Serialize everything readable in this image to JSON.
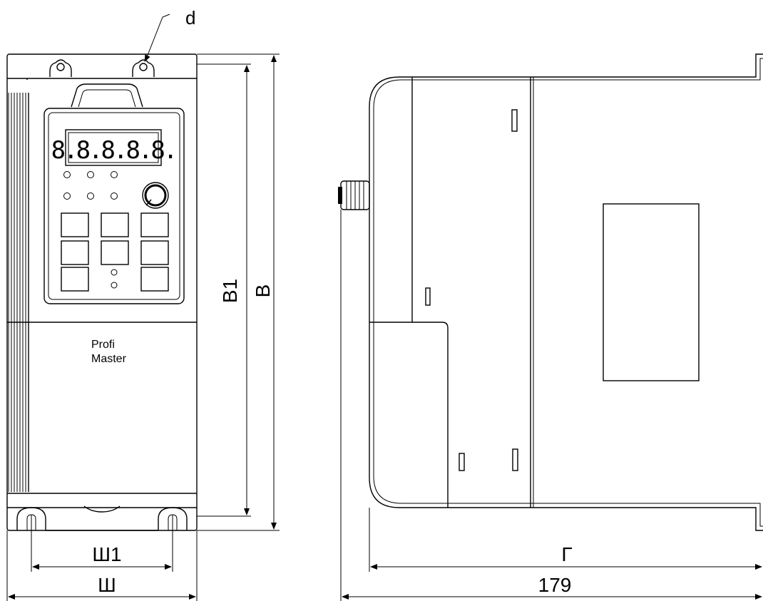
{
  "drawing": {
    "front_view": {
      "brand_line1": "Profi",
      "brand_line2": "Master",
      "display_digits": "8.8.8.8.8."
    },
    "dimensions": {
      "mount_hole": "d",
      "height_inner": "В1",
      "height_total": "В",
      "width_inner": "Ш1",
      "width_total": "Ш",
      "depth_inner": "Г",
      "depth_total": "179"
    }
  }
}
